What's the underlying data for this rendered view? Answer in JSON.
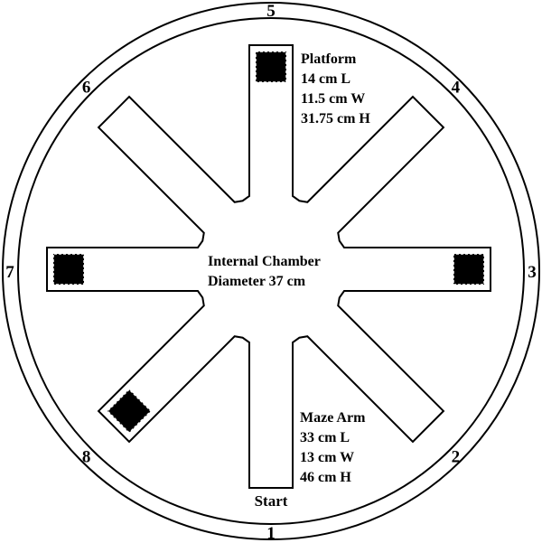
{
  "arm_numbers": [
    "1",
    "2",
    "3",
    "4",
    "5",
    "6",
    "7",
    "8"
  ],
  "platform_arms": [
    "5",
    "3",
    "7",
    "8"
  ],
  "platform_label": {
    "title": "Platform",
    "length": "14 cm L",
    "width": "11.5 cm W",
    "height": "31.75 cm H"
  },
  "chamber_label": {
    "title": "Internal Chamber",
    "diameter": "Diameter 37 cm"
  },
  "arm_label": {
    "title": "Maze Arm",
    "length": "33 cm L",
    "width": "13 cm W",
    "height": "46 cm H"
  },
  "start_label": "Start",
  "colors": {
    "stroke": "#000000",
    "platform": "#000000",
    "background": "#ffffff"
  }
}
